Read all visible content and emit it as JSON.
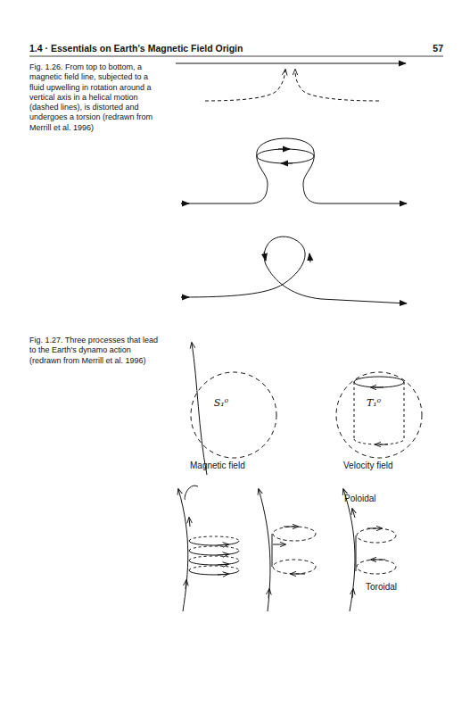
{
  "diagram": {
    "title": "1.4 · Essentials on Earth's Magnetic Field Origin",
    "nodes": [
      {
        "text": [
          "S₁⁰"
        ]
      },
      {
        "text": [
          "T₁⁰"
        ]
      }
    ],
    "labels": [
      "57",
      "Fig. 1.26. From top to bottom, a magnetic field line, subjected to a fluid upwelling in rotation around a vertical axis in a helical motion (dashed lines), is distorted and undergoes a torsion (redrawn from Merrill et al. 1996)",
      "Fig. 1.27. Three processes that lead to the Earth's dynamo action (redrawn from Merrill et al. 1996)",
      "Magnetic field",
      "Velocity field",
      "Poloidal",
      "Toroidal"
    ]
  }
}
